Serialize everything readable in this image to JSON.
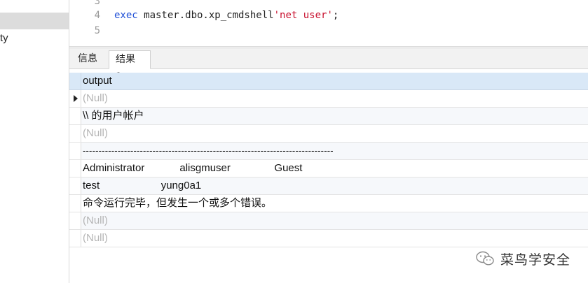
{
  "navigator": {
    "item_label": "ty"
  },
  "editor": {
    "lines": [
      {
        "number": "3",
        "text": ""
      },
      {
        "number": "4",
        "keyword": "exec",
        "code": " master.dbo.xp_cmdshell",
        "string": "'net user'",
        "tail": ";"
      },
      {
        "number": "5",
        "text": ""
      }
    ]
  },
  "tabs": [
    {
      "label": "信息",
      "active": false
    },
    {
      "label": "结果 1",
      "active": true
    }
  ],
  "grid": {
    "column_header": "output",
    "rows": [
      {
        "value": "(Null)",
        "is_null": true,
        "current": true
      },
      {
        "value": "\\\\ 的用户帐户",
        "is_null": false
      },
      {
        "value": "(Null)",
        "is_null": true
      },
      {
        "value": "-------------------------------------------------------------------------------",
        "is_null": false
      },
      {
        "value": "Administrator            alisgmuser               Guest",
        "is_null": false
      },
      {
        "value": "test                     yung0a1",
        "is_null": false
      },
      {
        "value": "命令运行完毕，但发生一个或多个错误。",
        "is_null": false
      },
      {
        "value": "(Null)",
        "is_null": true
      },
      {
        "value": "(Null)",
        "is_null": true
      }
    ]
  },
  "watermark": {
    "text": "菜鸟学安全",
    "icon": "wechat-icon"
  },
  "colors": {
    "keyword": "#1f4fd6",
    "string": "#c8102e",
    "header_bg": "#d9e8f7",
    "null_text": "#b5b5b5"
  }
}
